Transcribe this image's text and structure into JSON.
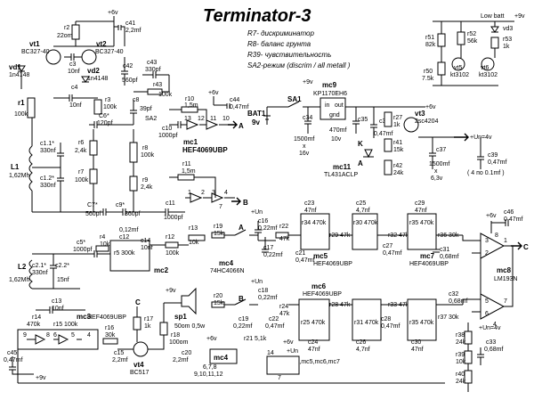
{
  "title": "Terminator-3",
  "legend": [
    "R7- дискриминатор",
    "R8- баланс грунта",
    "R39- чувствительность",
    "SA2-режим (discrim / all metall )"
  ],
  "rails": {
    "plus6": "+6v",
    "plus9": "+9v",
    "plus_un": "+Un",
    "un4": "+Un=4v",
    "low_batt": "Low batt"
  },
  "outputs": {
    "a": "A",
    "b": "B",
    "c": "C"
  },
  "chips": {
    "mc1": "mc1",
    "mc1_type": "HEF4069UBP",
    "mc2": "mc2",
    "mc3": "mc3",
    "mc3_type": "HEF4069UBP",
    "mc4": "mc4",
    "mc4_type": "74HC4066N",
    "mc5": "mc5",
    "mc5_type": "HEF4069UBP",
    "mc6": "mc6",
    "mc6_type": "HEF4069UBP",
    "mc7": "mc7",
    "mc7_type": "HEF4069UBP",
    "mc8": "mc8",
    "mc8_type": "LM193N",
    "mc9": "mc9",
    "mc9_type": "KP1170EH6",
    "mc11": "mc11",
    "mc11_type": "TL431ACLP",
    "mc4_pins": "6,7,8",
    "mc4_pins2": "9,10,11,12",
    "mc_list": "mc2,mc3,mc5,mc6,mc7",
    "pin7": "7",
    "pin14": "14"
  },
  "transistors": {
    "vt1": "vt1",
    "vt1_type": "BC327-40",
    "vt2": "vt2",
    "vt2_type": "BC327-40",
    "vt3": "vt3",
    "vt3_type": "2sc4204",
    "vt4": "vt4",
    "vt4_type": "BC517",
    "vt5": "vt5",
    "vt5_type": "kt3102",
    "vt6": "vt6",
    "vt6_type": "kt3102"
  },
  "diodes": {
    "vd1": "vd1",
    "vd1_type": "1n4148",
    "vd2": "vd2",
    "vd2_type": "1n4148",
    "vd3": "vd3"
  },
  "misc": {
    "l1": "L1",
    "l1_val": "1,62Mh",
    "l2": "L2",
    "l2_val": "1,62Mh",
    "bat1": "BAT1",
    "bat1_val": "9v",
    "sa1": "SA1",
    "sa2": "SA2",
    "sp1": "sp1",
    "sp1_val": "50om 0,5w",
    "k": "K",
    "a": "A"
  },
  "resistors": {
    "r1": "r1",
    "r1v": "100k",
    "r2": "r2",
    "r2v": "22om",
    "r3": "r3",
    "r3v": "100k",
    "r43": "r43",
    "r43v": "100k",
    "r6": "r6",
    "r6v": "2,4k",
    "r7": "r7",
    "r7v": "100k",
    "r8": "r8",
    "r8v": "100k",
    "r9": "r9",
    "r9v": "2,4k",
    "r10": "r10",
    "r10v": "1,5m",
    "r11": "r11",
    "r11v": "1,5m",
    "r4": "r4",
    "r4v": "10k",
    "r5": "r5 300k",
    "r12": "r12",
    "r12v": "100k",
    "r13": "r13",
    "r13v": "10k",
    "r19": "r19",
    "r19v": "15k",
    "r20": "r20",
    "r20v": "15k",
    "r21": "r21 5,1k",
    "r22": "r22",
    "r22v": "47k",
    "r24": "r24",
    "r24v": "47k",
    "r34": "r34 470k",
    "r29": "r29 47k",
    "r30": "r30 470k",
    "r32": "r32 47k",
    "r35": "r35 470k",
    "r36": "r36 30k",
    "r25": "r25 470k",
    "r28": "r28 47k",
    "r31": "r31 470k",
    "r33": "r33 47k",
    "r37": "r37 30k",
    "r38": "r38",
    "r38v": "24k",
    "r39": "r39",
    "r39v": "10k",
    "r40": "r40",
    "r40v": "24k",
    "r14": "r14",
    "r14v": "470k",
    "r15": "r15 100k",
    "r16": "r16",
    "r16v": "30k",
    "r17": "r17",
    "r17v": "1k",
    "r18": "r18",
    "r18v": "100om",
    "r27": "r27",
    "r27v": "1k",
    "r41": "r41",
    "r41v": "15k",
    "r42": "r42",
    "r42v": "24k",
    "r50": "r50",
    "r50v": "7.5k",
    "r51": "r51",
    "r51v": "82k",
    "r52": "r52",
    "r52v": "56k",
    "r53": "r53",
    "r53v": "1k"
  },
  "capacitors": {
    "c41": "c41",
    "c41v": "2,2mf",
    "c3": "c3",
    "c3v": "10nf",
    "c42": "c42",
    "c42v": "560pf",
    "c43": "c43",
    "c43v": "330pf",
    "c4": "c4",
    "c4v": "10nf",
    "c6": "C6*",
    "c6v": "120pf",
    "c8": "c8",
    "c8v": "39pf",
    "c44": "c44",
    "c44v": "0,47mf",
    "c10": "c10",
    "c10v": "1000pf",
    "c11": "c11",
    "c11v": "1000pf",
    "c1a": "c1.1*",
    "c1av": "330nf",
    "c1b": "c1.2*",
    "c1bv": "330nf",
    "c7": "C7*",
    "c7v": "560pf",
    "c9": "c9*",
    "c9v": "360pf",
    "c34": "c34",
    "c34v": "1500mf",
    "c34x": "x",
    "c34r": "16v",
    "c35": "c35",
    "c35v": "470mf",
    "c35r": "10v",
    "c36": "c36",
    "c36v": "0,47mf",
    "c37": "c37",
    "c37v": "1500mf",
    "c37x": "x",
    "c37r": "6,3v",
    "c39": "c39",
    "c39v": "0,47mf",
    "c39n": "( 4 по 0.1mf )",
    "c5": "c5*",
    "c5v": "1000pf",
    "c12": "c12",
    "c12v": "0,12mf",
    "c14": "c14",
    "c14v": "10nf",
    "c2a": "c2.1*",
    "c2av": "330nf",
    "c2b": "c2.2*",
    "c2bv": "15nf",
    "c16": "c16",
    "c16v": "0,22mf",
    "c17": "c17",
    "c17v": "0,22mf",
    "c18": "c18",
    "c18v": "0,22mf",
    "c19": "c19",
    "c19v": "0,22mf",
    "c21": "c21",
    "c21v": "0,47mf",
    "c22": "c22",
    "c22v": "0,47mf",
    "c23": "c23",
    "c23v": "47nf",
    "c25": "c25",
    "c25v": "4,7nf",
    "c29": "c29",
    "c29v": "47nf",
    "c27": "c27",
    "c27v": "0,47mf",
    "c24": "c24",
    "c24v": "47nf",
    "c26": "c26",
    "c26v": "4,7nf",
    "c30": "c30",
    "c30v": "47nf",
    "c28": "c28",
    "c28v": "0,47mf",
    "c31": "c31",
    "c31v": "0,68mf",
    "c32": "c32",
    "c32v": "0,68mf",
    "c33": "c33",
    "c33v": "0,68mf",
    "c46": "c46",
    "c46v": "0,47mf",
    "c13": "c13",
    "c13v": "10nf",
    "c15": "c15",
    "c15v": "2,2mf",
    "c20": "c20",
    "c20v": "2,2mf",
    "c45": "c45",
    "c45v": "0,47mf"
  }
}
